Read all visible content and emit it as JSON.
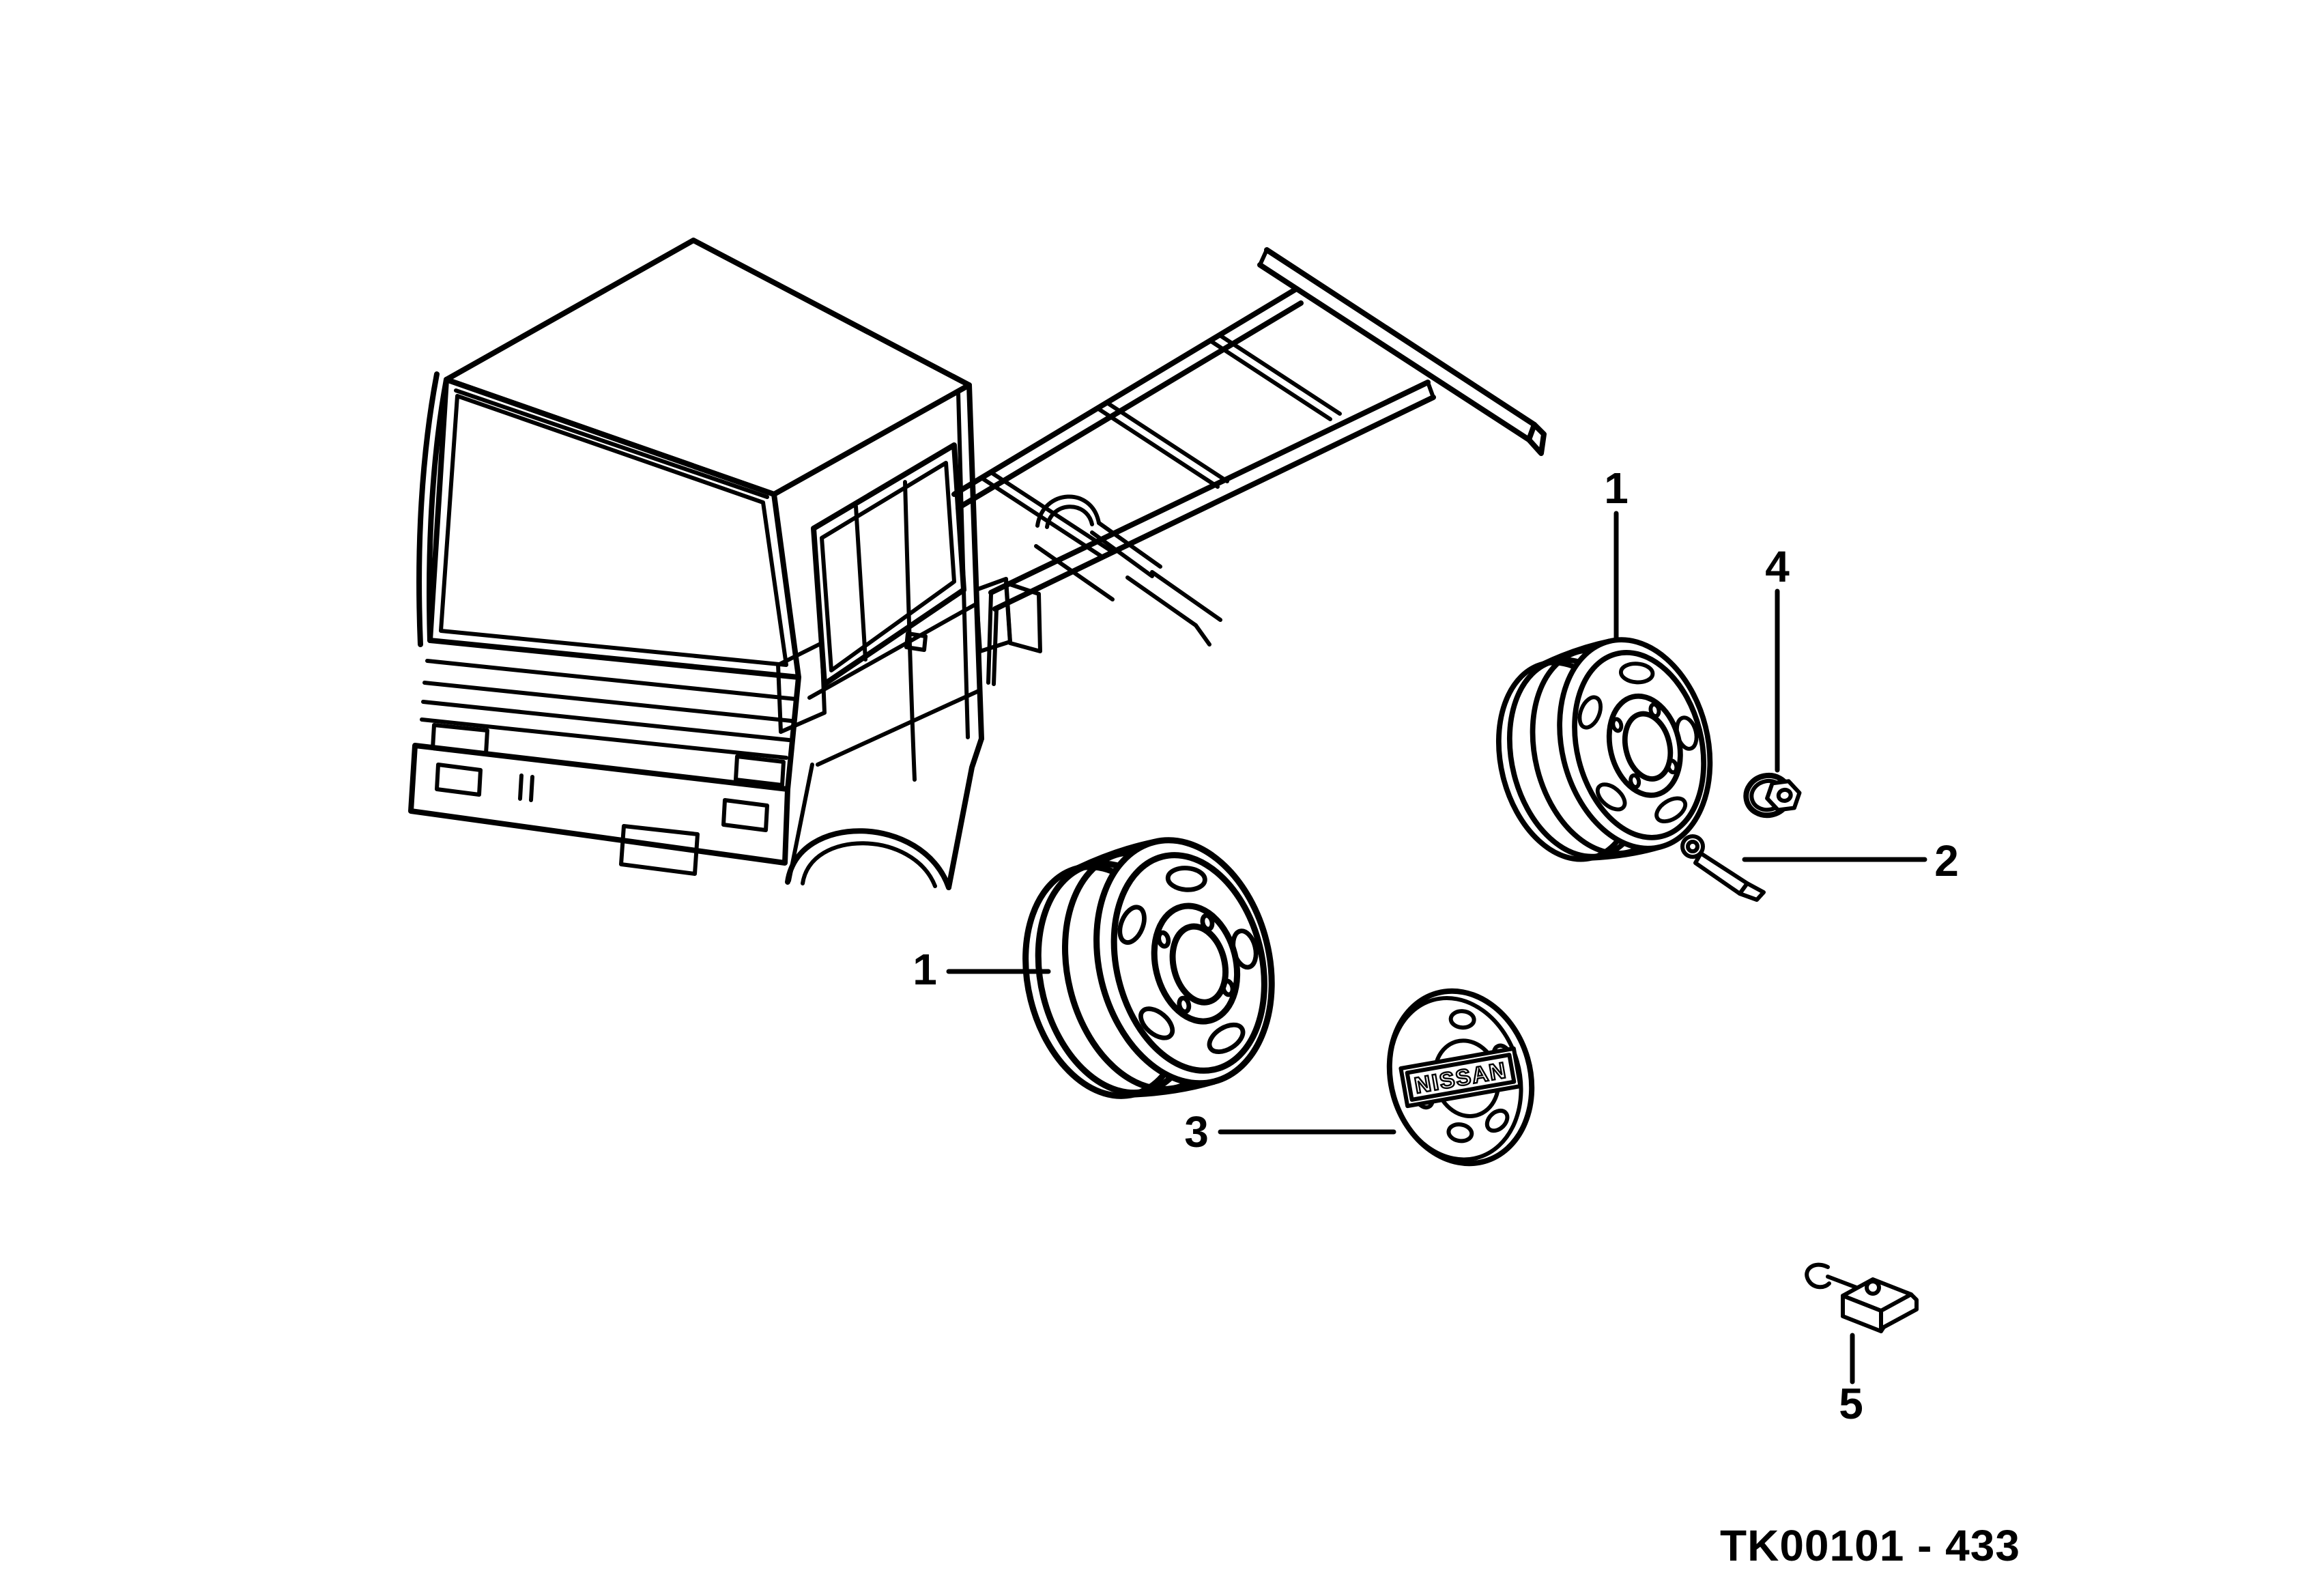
{
  "diagram": {
    "code": "TK00101 - 433",
    "background_color": "#ffffff",
    "line_color": "#000000"
  },
  "hubcap": {
    "logo_text": "NISSAN"
  },
  "callouts": {
    "wheel_rear": "1",
    "wheel_front": "1",
    "valve_stem": "2",
    "wheel_cover": "3",
    "wheel_nut": "4",
    "clip": "5"
  }
}
